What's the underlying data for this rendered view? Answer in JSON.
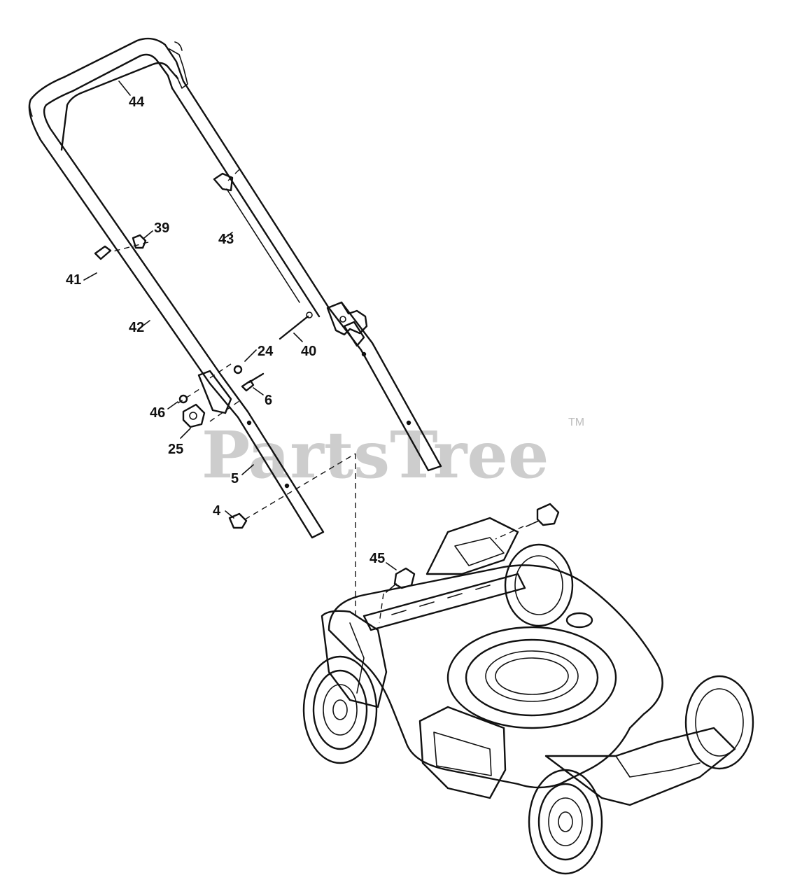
{
  "watermark": {
    "brand": "PartsTree",
    "trademark": "TM"
  },
  "callouts": [
    {
      "id": "44",
      "label": "44"
    },
    {
      "id": "39",
      "label": "39"
    },
    {
      "id": "43",
      "label": "43"
    },
    {
      "id": "41",
      "label": "41"
    },
    {
      "id": "42",
      "label": "42"
    },
    {
      "id": "40",
      "label": "40"
    },
    {
      "id": "24",
      "label": "24"
    },
    {
      "id": "6",
      "label": "6"
    },
    {
      "id": "46",
      "label": "46"
    },
    {
      "id": "25",
      "label": "25"
    },
    {
      "id": "5",
      "label": "5"
    },
    {
      "id": "4",
      "label": "4"
    },
    {
      "id": "45",
      "label": "45"
    }
  ],
  "colors": {
    "line": "#111111",
    "watermark": "#bdbdbd",
    "background": "#ffffff"
  }
}
